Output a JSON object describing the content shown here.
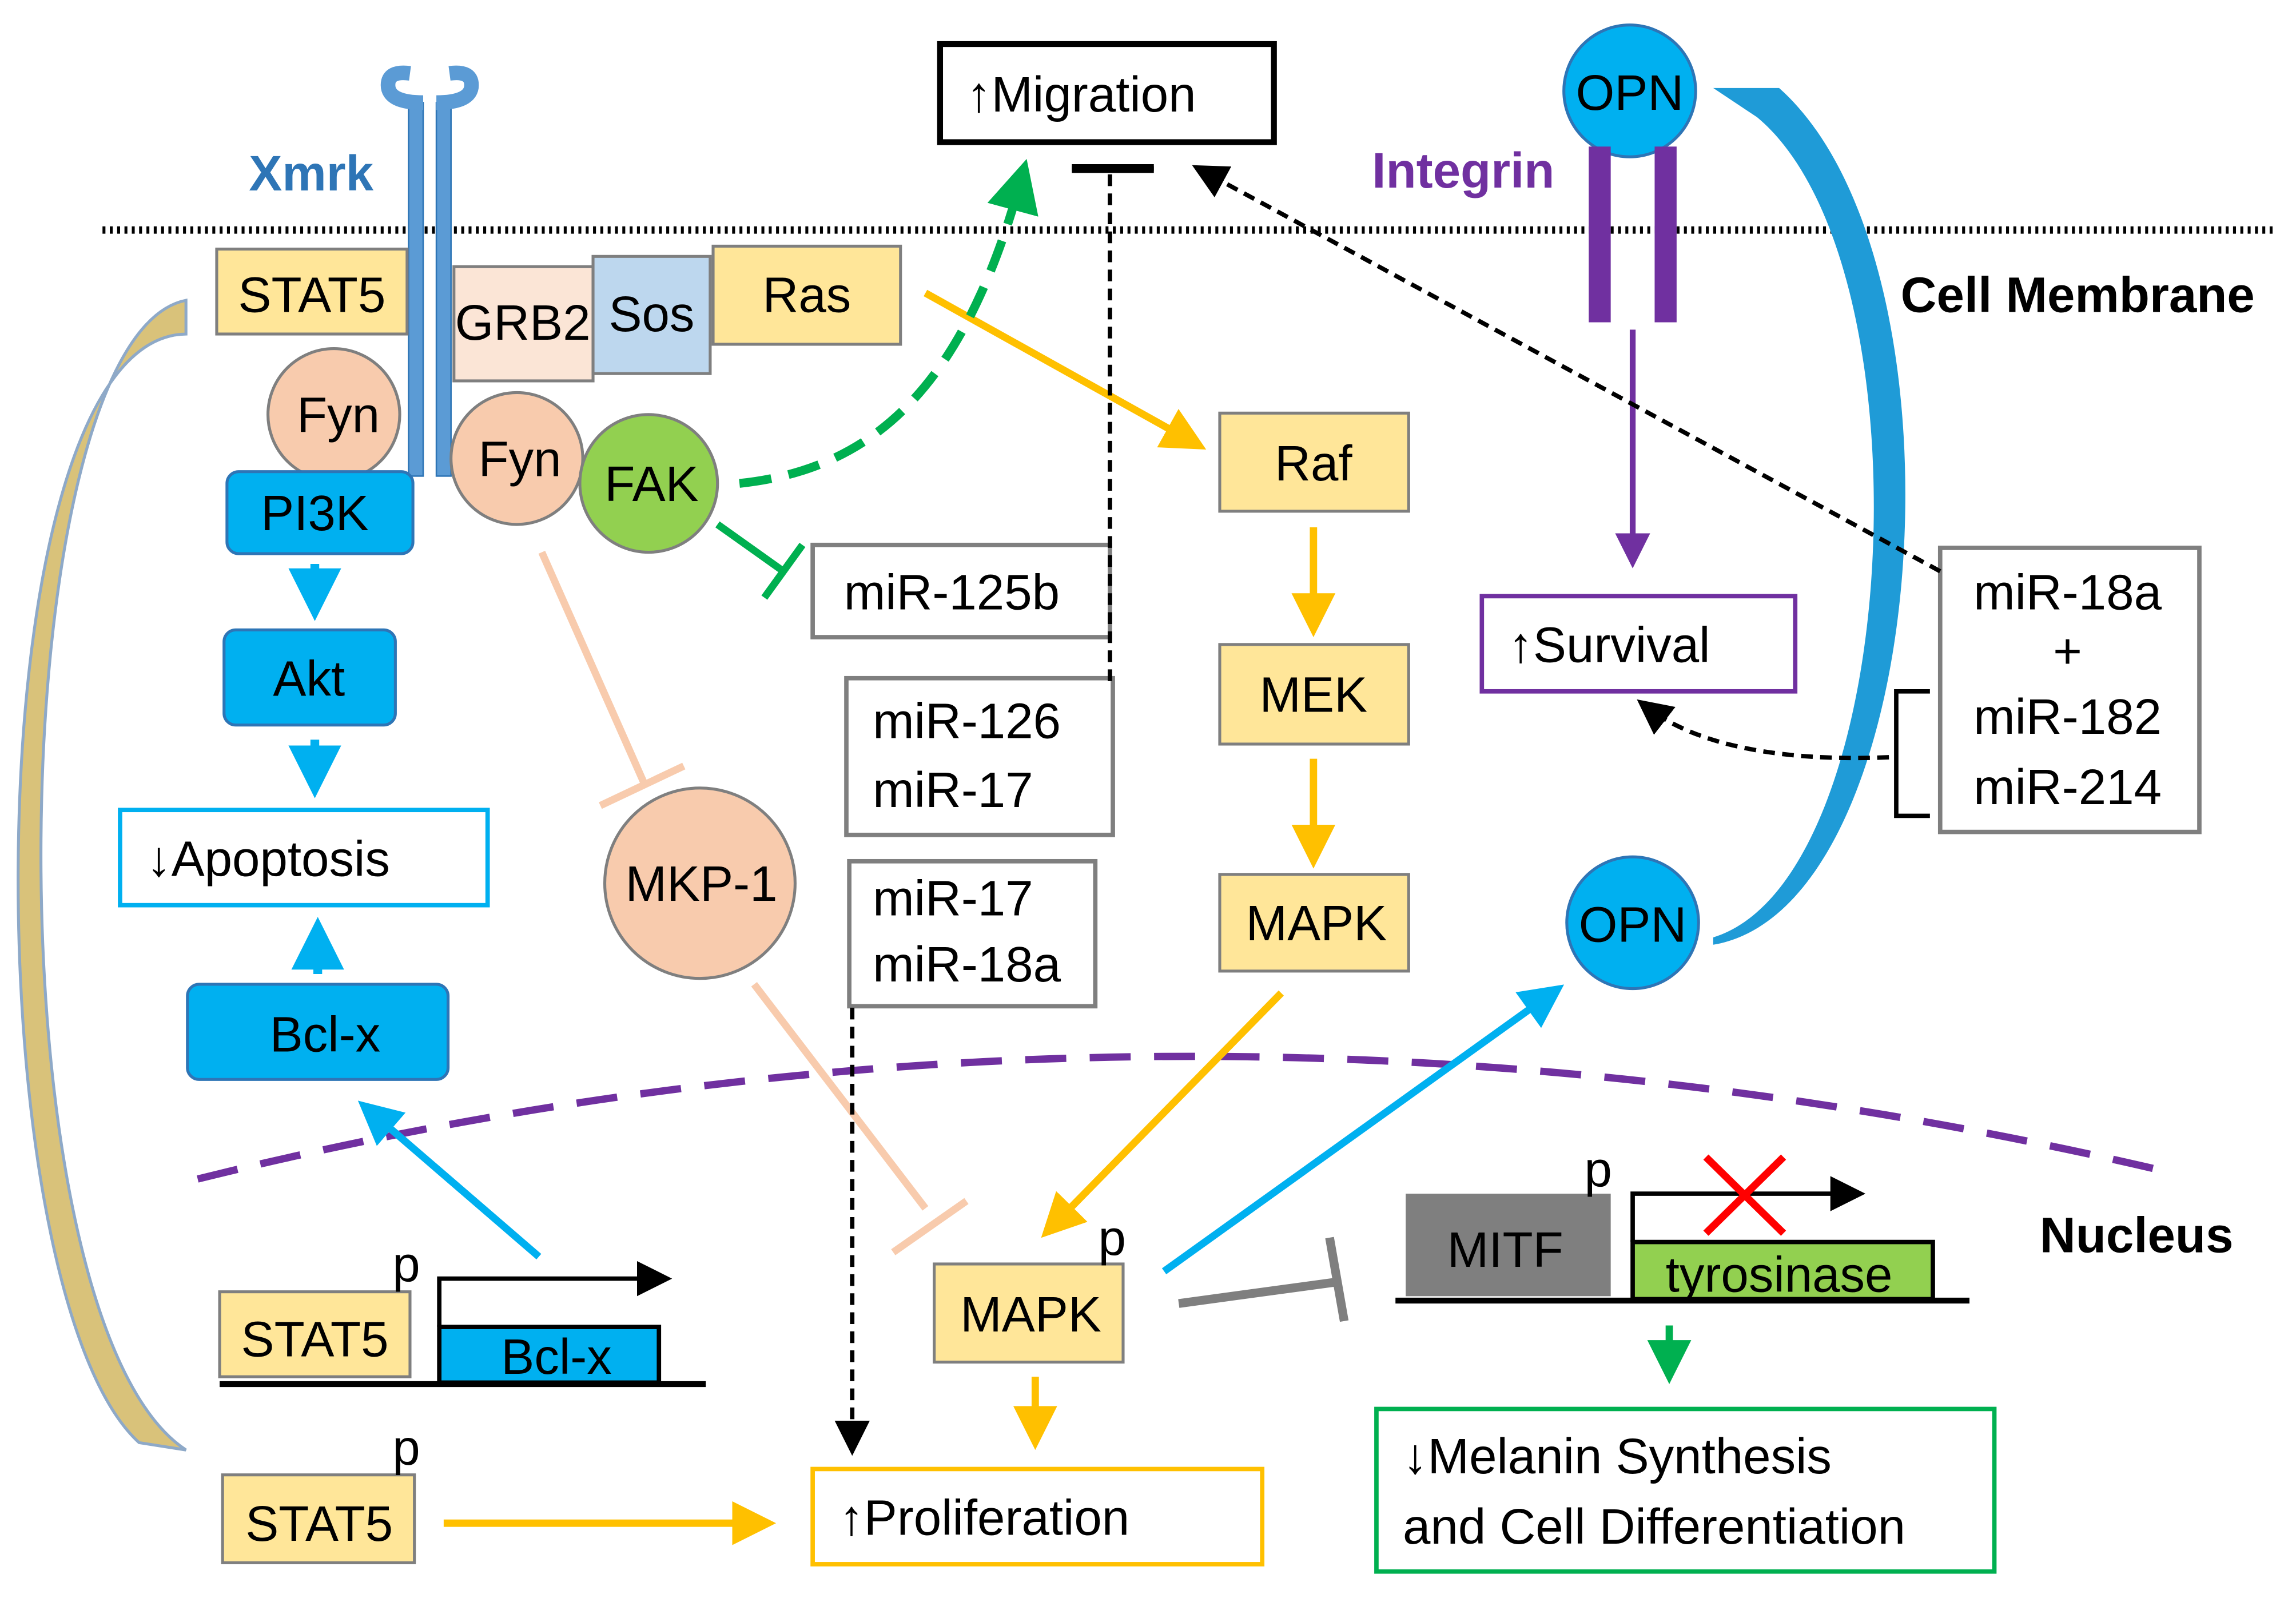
{
  "colors": {
    "blue": "#00B0F0",
    "yellow": "#FFE699",
    "orange": "#FFC000",
    "peach": "#F8CBAD",
    "green": "#00B050",
    "fak": "#92D050",
    "purple": "#7030A0",
    "xmrk": "#2E75B6",
    "gray": "#7F7F7F"
  },
  "labels": {
    "xmrk": "Xmrk",
    "integrin": "Integrin",
    "cell_membrane": "Cell Membrane",
    "nucleus": "Nucleus",
    "migration": "↑Migration",
    "survival": "↑Survival",
    "apoptosis": "↓Apoptosis",
    "proliferation": "↑Proliferation",
    "melanin_1": "↓Melanin Synthesis",
    "melanin_2": "and Cell Differentiation"
  },
  "nodes": {
    "stat5_top": "STAT5",
    "grb2": "GRB2",
    "sos": "Sos",
    "ras": "Ras",
    "fyn_1": "Fyn",
    "fyn_2": "Fyn",
    "fak": "FAK",
    "pi3k": "PI3K",
    "akt": "Akt",
    "bclx": "Bcl-x",
    "mkp1": "MKP-1",
    "raf": "Raf",
    "mek": "MEK",
    "mapk": "MAPK",
    "mapk_nuc": "MAPK",
    "opn_top": "OPN",
    "opn_low": "OPN",
    "stat5_gene": "STAT5",
    "bclx_gene": "Bcl-x",
    "stat5_bottom": "STAT5",
    "mitf": "MITF",
    "tyrosinase": "tyrosinase",
    "p": "p"
  },
  "mirnas": {
    "mir125b": "miR-125b",
    "mir126": "miR-126",
    "mir17a": "miR-17",
    "mir17b": "miR-17",
    "mir18a": "miR-18a",
    "cluster": [
      "miR-18a",
      "+",
      "miR-182",
      "miR-214"
    ]
  }
}
